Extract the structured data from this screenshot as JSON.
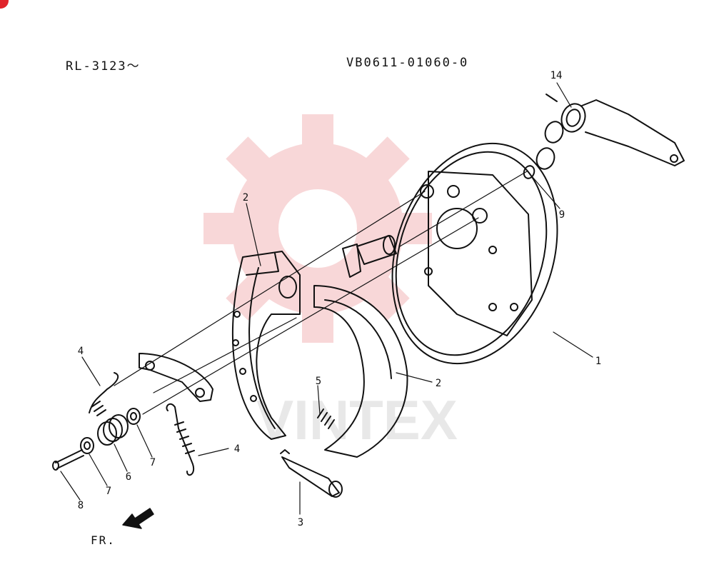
{
  "header": {
    "serial_range": "RL-3123～",
    "part_number": "VB0611-01060-0"
  },
  "direction_label": "FR.",
  "watermark_text": "VINTEX",
  "callouts": [
    {
      "id": "c14",
      "label": "14"
    },
    {
      "id": "c9",
      "label": "9"
    },
    {
      "id": "c1",
      "label": "1"
    },
    {
      "id": "c2a",
      "label": "2"
    },
    {
      "id": "c2b",
      "label": "2"
    },
    {
      "id": "c4a",
      "label": "4"
    },
    {
      "id": "c4b",
      "label": "4"
    },
    {
      "id": "c5",
      "label": "5"
    },
    {
      "id": "c3",
      "label": "3"
    },
    {
      "id": "c6",
      "label": "6"
    },
    {
      "id": "c7a",
      "label": "7"
    },
    {
      "id": "c7b",
      "label": "7"
    },
    {
      "id": "c8",
      "label": "8"
    }
  ],
  "colors": {
    "line": "#111111",
    "watermark": "#f2b7b9",
    "corner_badge": "#e0242b"
  }
}
